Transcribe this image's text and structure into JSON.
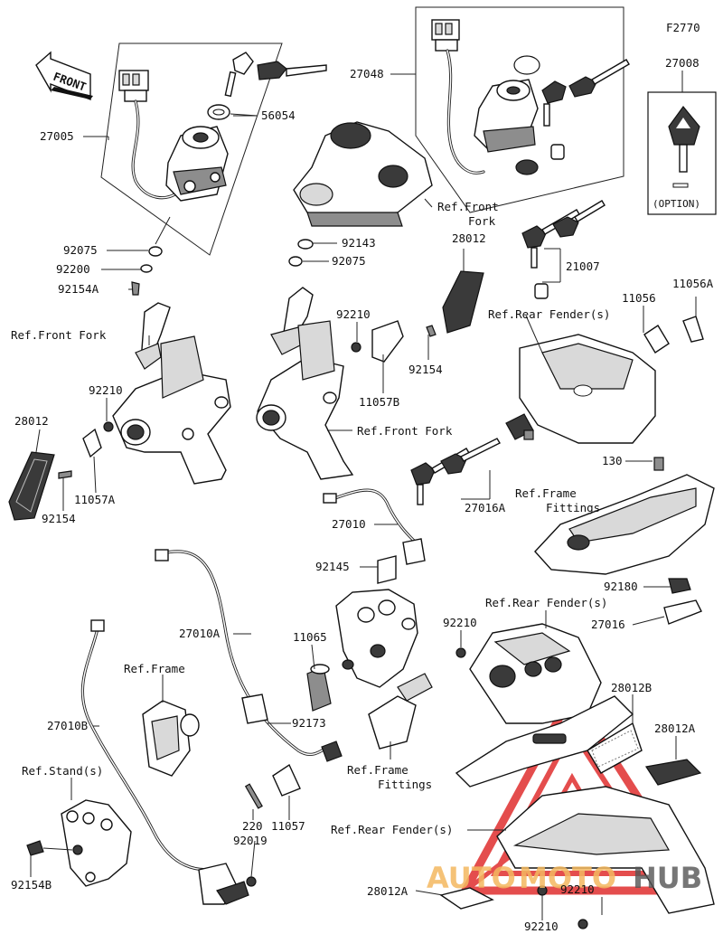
{
  "diagram_code": "F2770",
  "front_label": "FRONT",
  "option_box": {
    "part": "27008",
    "caption": "(OPTION)"
  },
  "watermark": {
    "part1": "AUTO",
    "part2": "MOTO",
    "part3": "HUB"
  },
  "parts": [
    {
      "id": "p27005",
      "text": "27005"
    },
    {
      "id": "p56054",
      "text": "56054"
    },
    {
      "id": "p27048",
      "text": "27048"
    },
    {
      "id": "p27008",
      "text": "27008"
    },
    {
      "id": "p92075a",
      "text": "92075"
    },
    {
      "id": "p92200",
      "text": "92200"
    },
    {
      "id": "p92154A",
      "text": "92154A"
    },
    {
      "id": "p92143",
      "text": "92143"
    },
    {
      "id": "p92075b",
      "text": "92075"
    },
    {
      "id": "refFrontFork1a",
      "text": "Ref.Front"
    },
    {
      "id": "refFrontFork1b",
      "text": "Fork"
    },
    {
      "id": "p28012top",
      "text": "28012"
    },
    {
      "id": "p21007",
      "text": "21007"
    },
    {
      "id": "p11056",
      "text": "11056"
    },
    {
      "id": "p11056A",
      "text": "11056A"
    },
    {
      "id": "refFrontFork2",
      "text": "Ref.Front Fork"
    },
    {
      "id": "p92210a",
      "text": "92210"
    },
    {
      "id": "refRearFender1",
      "text": "Ref.Rear Fender(s)"
    },
    {
      "id": "p92154",
      "text": "92154"
    },
    {
      "id": "p11057B",
      "text": "11057B"
    },
    {
      "id": "p92210b",
      "text": "92210"
    },
    {
      "id": "refFrontFork3",
      "text": "Ref.Front Fork"
    },
    {
      "id": "p28012left",
      "text": "28012"
    },
    {
      "id": "p11057A",
      "text": "11057A"
    },
    {
      "id": "p92154b",
      "text": "92154"
    },
    {
      "id": "p130",
      "text": "130"
    },
    {
      "id": "p27016A",
      "text": "27016A"
    },
    {
      "id": "refFrameFittings1a",
      "text": "Ref.Frame"
    },
    {
      "id": "refFrameFittings1b",
      "text": "Fittings"
    },
    {
      "id": "p27010",
      "text": "27010"
    },
    {
      "id": "p92145",
      "text": "92145"
    },
    {
      "id": "p92180",
      "text": "92180"
    },
    {
      "id": "refRearFender2",
      "text": "Ref.Rear Fender(s)"
    },
    {
      "id": "p27016",
      "text": "27016"
    },
    {
      "id": "p27010A",
      "text": "27010A"
    },
    {
      "id": "p11065",
      "text": "11065"
    },
    {
      "id": "p92210c",
      "text": "92210"
    },
    {
      "id": "refFrame",
      "text": "Ref.Frame"
    },
    {
      "id": "p27010B",
      "text": "27010B"
    },
    {
      "id": "p92173",
      "text": "92173"
    },
    {
      "id": "p28012B",
      "text": "28012B"
    },
    {
      "id": "p28012A",
      "text": "28012A"
    },
    {
      "id": "refFrameFittings2a",
      "text": "Ref.Frame"
    },
    {
      "id": "refFrameFittings2b",
      "text": "Fittings"
    },
    {
      "id": "refStand",
      "text": "Ref.Stand(s)"
    },
    {
      "id": "p220",
      "text": "220"
    },
    {
      "id": "p11057",
      "text": "11057"
    },
    {
      "id": "refRearFender3",
      "text": "Ref.Rear Fender(s)"
    },
    {
      "id": "p92019",
      "text": "92019"
    },
    {
      "id": "p92154B",
      "text": "92154B"
    },
    {
      "id": "p28012Abot",
      "text": "28012A"
    },
    {
      "id": "p92210d",
      "text": "92210"
    },
    {
      "id": "p92210e",
      "text": "92210"
    }
  ]
}
